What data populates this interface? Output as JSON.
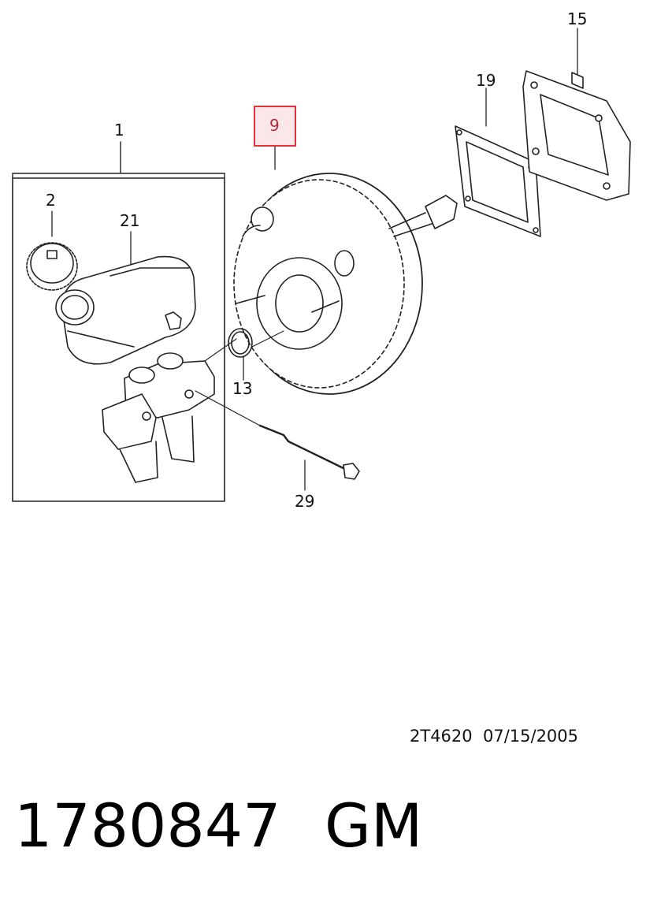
{
  "callouts": {
    "c1": "1",
    "c2": "2",
    "c21": "21",
    "c9": "9",
    "c19": "19",
    "c15": "15",
    "c13": "13",
    "c29": "29"
  },
  "highlighted_callout": "9",
  "highlight_color": "#e8313c",
  "drawing_code": "2T4620  07/15/2005",
  "part_number": "1780847",
  "brand": "GM"
}
